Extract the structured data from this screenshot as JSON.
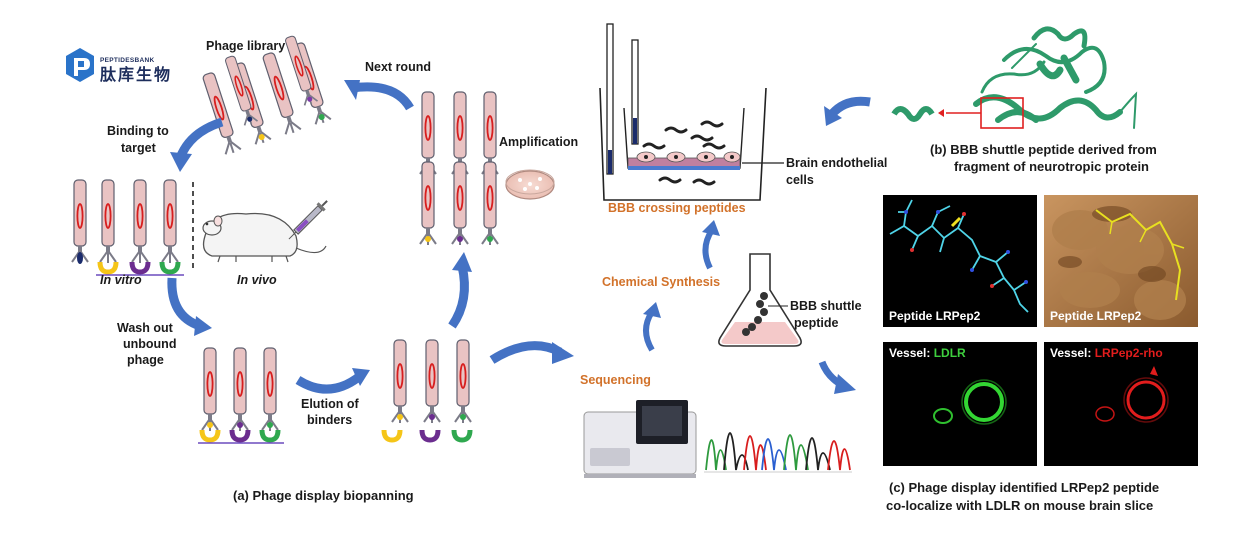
{
  "logo": {
    "brand": "PEPTIDESBANK",
    "brand_cn": "肽库生物"
  },
  "panel_a": {
    "phage_library": "Phage library",
    "next_round": "Next round",
    "binding_line1": "Binding to",
    "binding_line2": "target",
    "amplification": "Amplification",
    "in_vitro": "In vitro",
    "in_vivo": "In vivo",
    "wash_line1": "Wash out",
    "wash_line2": "unbound",
    "wash_line3": "phage",
    "elution_line1": "Elution of",
    "elution_line2": "binders",
    "caption": "(a) Phage display biopanning"
  },
  "middle": {
    "bbb_crossing": "BBB crossing peptides",
    "brain_endo_line1": "Brain endothelial",
    "brain_endo_line2": "cells",
    "chemical_synthesis": "Chemical Synthesis",
    "shuttle_line1": "BBB shuttle",
    "shuttle_line2": "peptide",
    "sequencing": "Sequencing"
  },
  "panel_b": {
    "caption_line1": "(b) BBB shuttle peptide derived from",
    "caption_line2": "fragment of neurotropic protein"
  },
  "panel_c": {
    "peptide_label_1": "Peptide LRPep2",
    "peptide_label_2": "Peptide LRPep2",
    "vessel_prefix_1": "Vessel: ",
    "vessel_marker_1": "LDLR",
    "vessel_prefix_2": "Vessel: ",
    "vessel_marker_2": "LRPep2-rho",
    "caption_line1": "(c) Phage display identified LRPep2 peptide",
    "caption_line2": "co-localize with LDLR on mouse brain slice"
  },
  "colors": {
    "arrow_blue": "#4472c4",
    "orange_label": "#d2722a",
    "phage_body": "#e9c3c3",
    "green_marker": "#3ecf3e",
    "red_marker": "#e21d1d",
    "protein_green": "#2e9a6a"
  }
}
